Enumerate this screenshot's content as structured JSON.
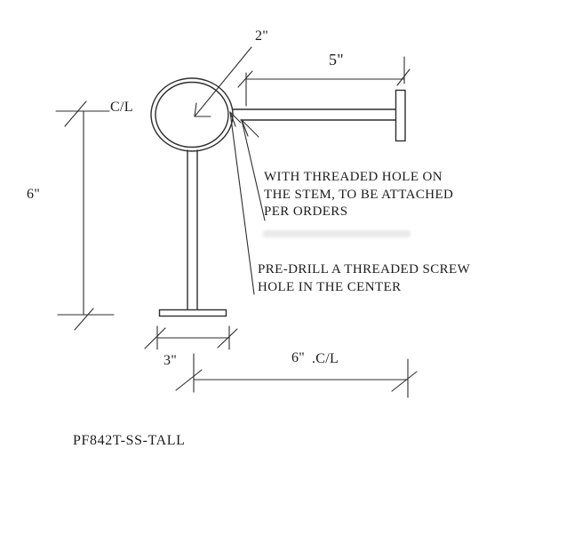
{
  "part_label": "PF842T-SS-TALL",
  "dimensions": {
    "center_hole": "2\"",
    "arm_length": "5\"",
    "post_height": "6\"",
    "base_width": "3\"",
    "arm_offset": "6\"",
    "centerline": "C/L",
    "offset_centerline": ".C/L"
  },
  "notes": {
    "stem": [
      "WITH THREADED HOLE ON",
      "THE STEM, TO BE ATTACHED",
      "PER ORDERS"
    ],
    "center": [
      "PRE-DRILL A THREADED SCREW",
      "HOLE IN THE CENTER"
    ]
  },
  "colors": {
    "line": "#2e2e2e",
    "text": "#1c1c1c",
    "background": "#ffffff"
  }
}
